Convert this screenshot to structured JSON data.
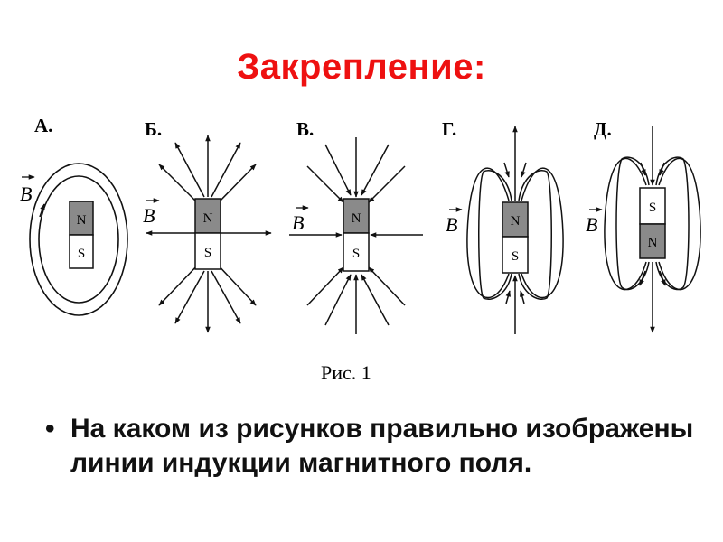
{
  "slide": {
    "title": "Закрепление:",
    "caption": "Рис. 1",
    "question_bullet": "•",
    "question": "На каком из рисунков правильно изображены линии индукции магнитного поля."
  },
  "diagram": {
    "field_symbol": "B",
    "panels": [
      {
        "label": "А.",
        "top_pole": "N",
        "bottom_pole": "S",
        "pattern": "closed-loops"
      },
      {
        "label": "Б.",
        "top_pole": "N",
        "bottom_pole": "S",
        "pattern": "radial-outward"
      },
      {
        "label": "В.",
        "top_pole": "N",
        "bottom_pole": "S",
        "pattern": "radial-inward"
      },
      {
        "label": "Г.",
        "top_pole": "N",
        "bottom_pole": "S",
        "pattern": "dipole"
      },
      {
        "label": "Д.",
        "top_pole": "S",
        "bottom_pole": "N",
        "pattern": "dipole"
      }
    ]
  },
  "colors": {
    "title": "#ee1111",
    "pole_shaded": "#8a8a8a",
    "lines": "#111111"
  }
}
